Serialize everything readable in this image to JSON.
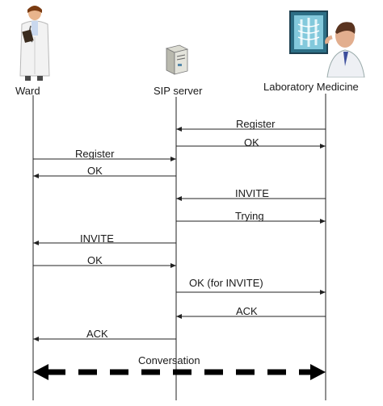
{
  "actors": [
    {
      "key": "ward",
      "label": "Ward",
      "icon": "doctor-icon"
    },
    {
      "key": "sip",
      "label": "SIP server",
      "icon": "server-icon"
    },
    {
      "key": "lab",
      "label": "Laboratory  Medicine",
      "icon": "lab-doctor-icon"
    }
  ],
  "messages": [
    {
      "from": "lab",
      "to": "sip",
      "label": "Register"
    },
    {
      "from": "sip",
      "to": "lab",
      "label": "OK"
    },
    {
      "from": "ward",
      "to": "sip",
      "label": "Register"
    },
    {
      "from": "sip",
      "to": "ward",
      "label": "OK"
    },
    {
      "from": "lab",
      "to": "sip",
      "label": "INVITE"
    },
    {
      "from": "sip",
      "to": "lab",
      "label": "Trying"
    },
    {
      "from": "sip",
      "to": "ward",
      "label": "INVITE"
    },
    {
      "from": "ward",
      "to": "sip",
      "label": "OK"
    },
    {
      "from": "sip",
      "to": "lab",
      "label": "OK   (for INVITE)"
    },
    {
      "from": "lab",
      "to": "sip",
      "label": "ACK"
    },
    {
      "from": "sip",
      "to": "ward",
      "label": "ACK"
    }
  ],
  "conversation": {
    "label": "Conversation"
  }
}
